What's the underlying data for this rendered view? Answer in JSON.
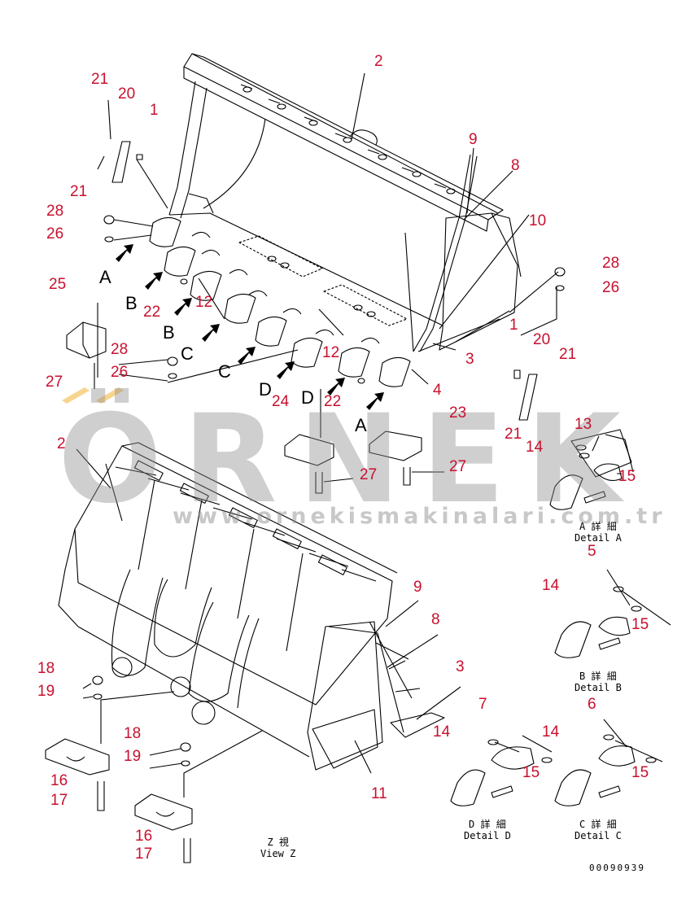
{
  "watermark": {
    "brand": "ÖRNEK",
    "url": "www.ornekismakinalari.com.tr"
  },
  "drawing_number": "00090939",
  "captions": {
    "detail_a": {
      "jp": "A 詳 細",
      "en": "Detail A"
    },
    "detail_b": {
      "jp": "B 詳 細",
      "en": "Detail B"
    },
    "detail_c": {
      "jp": "C 詳 細",
      "en": "Detail C"
    },
    "detail_d": {
      "jp": "D 詳 細",
      "en": "Detail D"
    },
    "view_z": {
      "jp": "Z 視",
      "en": "View Z"
    }
  },
  "view_letters": {
    "a1": "A",
    "b1": "B",
    "b2": "B",
    "c1": "C",
    "c2": "C",
    "d1": "D",
    "d2": "D",
    "a2": "A"
  },
  "callouts": {
    "n2_top": "2",
    "n21_a": "21",
    "n20_a": "20",
    "n1_a": "1",
    "n21_b": "21",
    "n28_a": "28",
    "n26_a": "26",
    "n25": "25",
    "n22_a": "22",
    "n12_a": "12",
    "n28_b": "28",
    "n26_b": "26",
    "n27_a": "27",
    "n9_top": "9",
    "n8_top": "8",
    "n10": "10",
    "n28_c": "28",
    "n26_c": "26",
    "n1_b": "1",
    "n20_b": "20",
    "n21_c": "21",
    "n3_top": "3",
    "n12_b": "12",
    "n4": "4",
    "n22_b": "22",
    "n24": "24",
    "n21_d": "21",
    "n23": "23",
    "n27_b": "27",
    "n27_c": "27",
    "n13": "13",
    "n14_a": "14",
    "n15_a": "15",
    "n5": "5",
    "n14_b": "14",
    "n15_b": "15",
    "n6": "6",
    "n2_mid": "2",
    "n9_mid": "9",
    "n8_mid": "8",
    "n3_mid": "3",
    "n7": "7",
    "n14_d": "14",
    "n15_d": "15",
    "n14_c": "14",
    "n15_c": "15",
    "n18_a": "18",
    "n19_a": "19",
    "n18_b": "18",
    "n19_b": "19",
    "n16_a": "16",
    "n17_a": "17",
    "n16_b": "16",
    "n17_b": "17",
    "n11": "11"
  },
  "colors": {
    "callout": "#c8102e",
    "line": "#000000",
    "watermark": "#8c8c8c",
    "watermark_accent": "#f2b233"
  }
}
